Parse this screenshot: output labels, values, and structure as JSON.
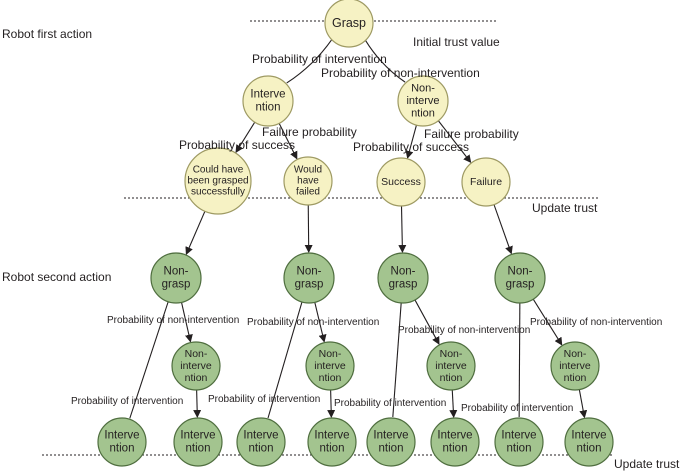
{
  "colors": {
    "yellow_fill": "#f6f2c4",
    "yellow_stroke": "#9e9a63",
    "green_fill": "#a3c48f",
    "green_stroke": "#4f6e3f",
    "line": "#231f20"
  },
  "side_labels": {
    "first_action": "Robot first action",
    "second_action": "Robot second action",
    "initial_trust": "Initial trust value",
    "update_trust_1": "Update trust",
    "update_trust_2": "Update trust"
  },
  "nodes": {
    "grasp": [
      "Grasp"
    ],
    "intervention": [
      "Interve",
      "ntion"
    ],
    "non_intervention": [
      "Non-",
      "interve",
      "ntion"
    ],
    "could_have_been_grasped": [
      "Could have",
      "been grasped",
      "successfully"
    ],
    "would_have_failed": [
      "Would",
      "have",
      "failed"
    ],
    "success": [
      "Success"
    ],
    "failure": [
      "Failure"
    ],
    "non_grasp": [
      "Non-",
      "grasp"
    ],
    "leaf_non_intervention": [
      "Non-",
      "interve",
      "ntion"
    ],
    "leaf_intervention": [
      "Interve",
      "ntion"
    ]
  },
  "edge_labels": {
    "prob_intervention": "Probability of intervention",
    "prob_non_intervention": "Probability of non-intervention",
    "failure_probability": "Failure probability",
    "prob_success": "Probability of success"
  }
}
